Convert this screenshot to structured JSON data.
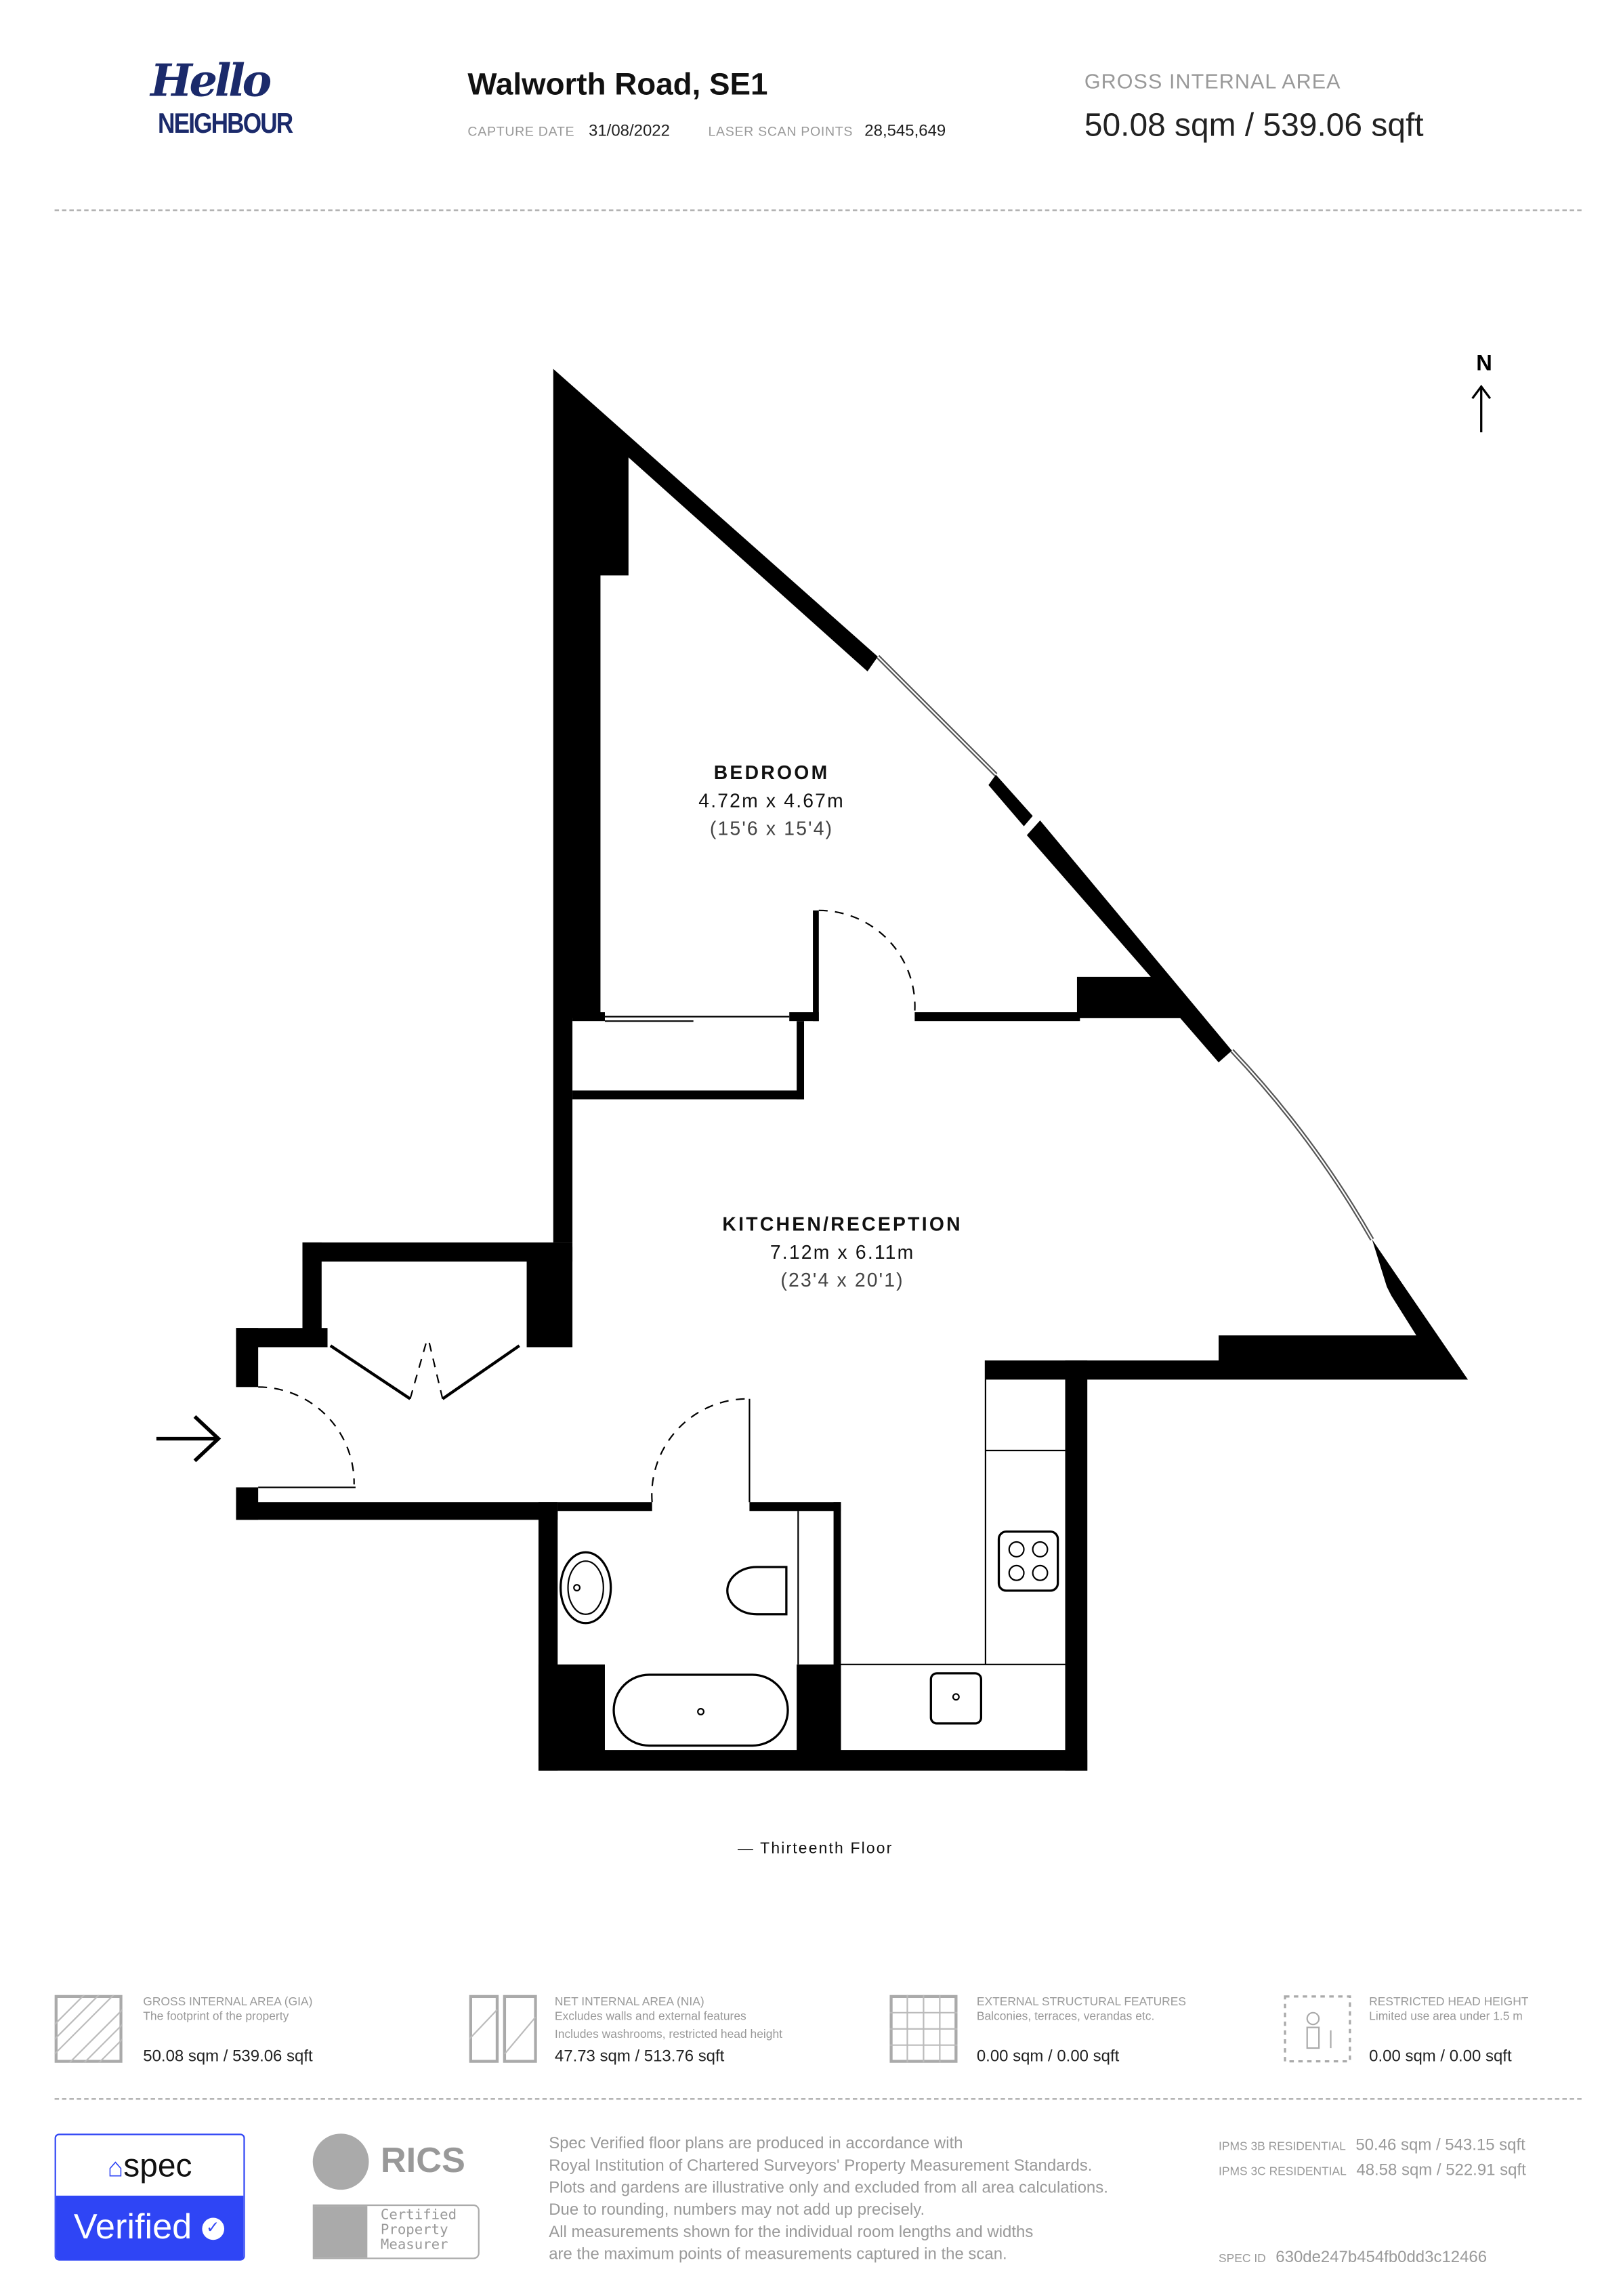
{
  "brand": {
    "line1": "Hello",
    "line2": "NEIGHBOUR"
  },
  "header": {
    "address": "Walworth Road, SE1",
    "capture_label": "CAPTURE DATE",
    "capture_date": "31/08/2022",
    "scan_label": "LASER SCAN POINTS",
    "scan_points": "28,545,649",
    "gia_label": "GROSS INTERNAL AREA",
    "gia_value": "50.08 sqm / 539.06 sqft"
  },
  "plan": {
    "north": "N",
    "rooms": [
      {
        "name": "BEDROOM",
        "dims": "4.72m x 4.67m",
        "imperial": "(15'6 x 15'4)"
      },
      {
        "name": "KITCHEN/RECEPTION",
        "dims": "7.12m x 6.11m",
        "imperial": "(23'4 x 20'1)"
      }
    ],
    "floor": "— Thirteenth Floor"
  },
  "legend": [
    {
      "title": "GROSS INTERNAL AREA (GIA)",
      "sub": [
        "The footprint of the property"
      ],
      "value": "50.08 sqm / 539.06 sqft",
      "icon": "hatched-square-icon"
    },
    {
      "title": "NET INTERNAL AREA (NIA)",
      "sub": [
        "Excludes walls and external features",
        "Includes washrooms, restricted head height"
      ],
      "value": "47.73 sqm / 513.76 sqft",
      "icon": "hatched-plan-icon"
    },
    {
      "title": "EXTERNAL STRUCTURAL FEATURES",
      "sub": [
        "Balconies, terraces, verandas etc."
      ],
      "value": "0.00 sqm / 0.00 sqft",
      "icon": "grid-icon"
    },
    {
      "title": "RESTRICTED HEAD HEIGHT",
      "sub": [
        "Limited use area under 1.5 m"
      ],
      "value": "0.00 sqm / 0.00 sqft",
      "icon": "person-height-icon"
    }
  ],
  "footer": {
    "spec": "spec",
    "verified": "Verified",
    "rics": "RICS",
    "rics_cert": [
      "Certified",
      "Property",
      "Measurer"
    ],
    "disclaimer": [
      "Spec Verified floor plans are produced in accordance with",
      "Royal Institution of Chartered Surveyors' Property Measurement Standards.",
      "Plots and gardens are illustrative only and excluded from all area calculations.",
      "Due to rounding, numbers may not add up precisely.",
      "All measurements shown for the individual room lengths and widths",
      "are the maximum points of measurements captured in the scan."
    ],
    "ipms3b_label": "IPMS 3B RESIDENTIAL",
    "ipms3b": "50.46 sqm / 543.15 sqft",
    "ipms3c_label": "IPMS 3C RESIDENTIAL",
    "ipms3c": "48.58 sqm / 522.91 sqft",
    "spec_id_label": "SPEC ID",
    "spec_id": "630de247b454fb0dd3c12466",
    "accent": "#2f45f5"
  }
}
